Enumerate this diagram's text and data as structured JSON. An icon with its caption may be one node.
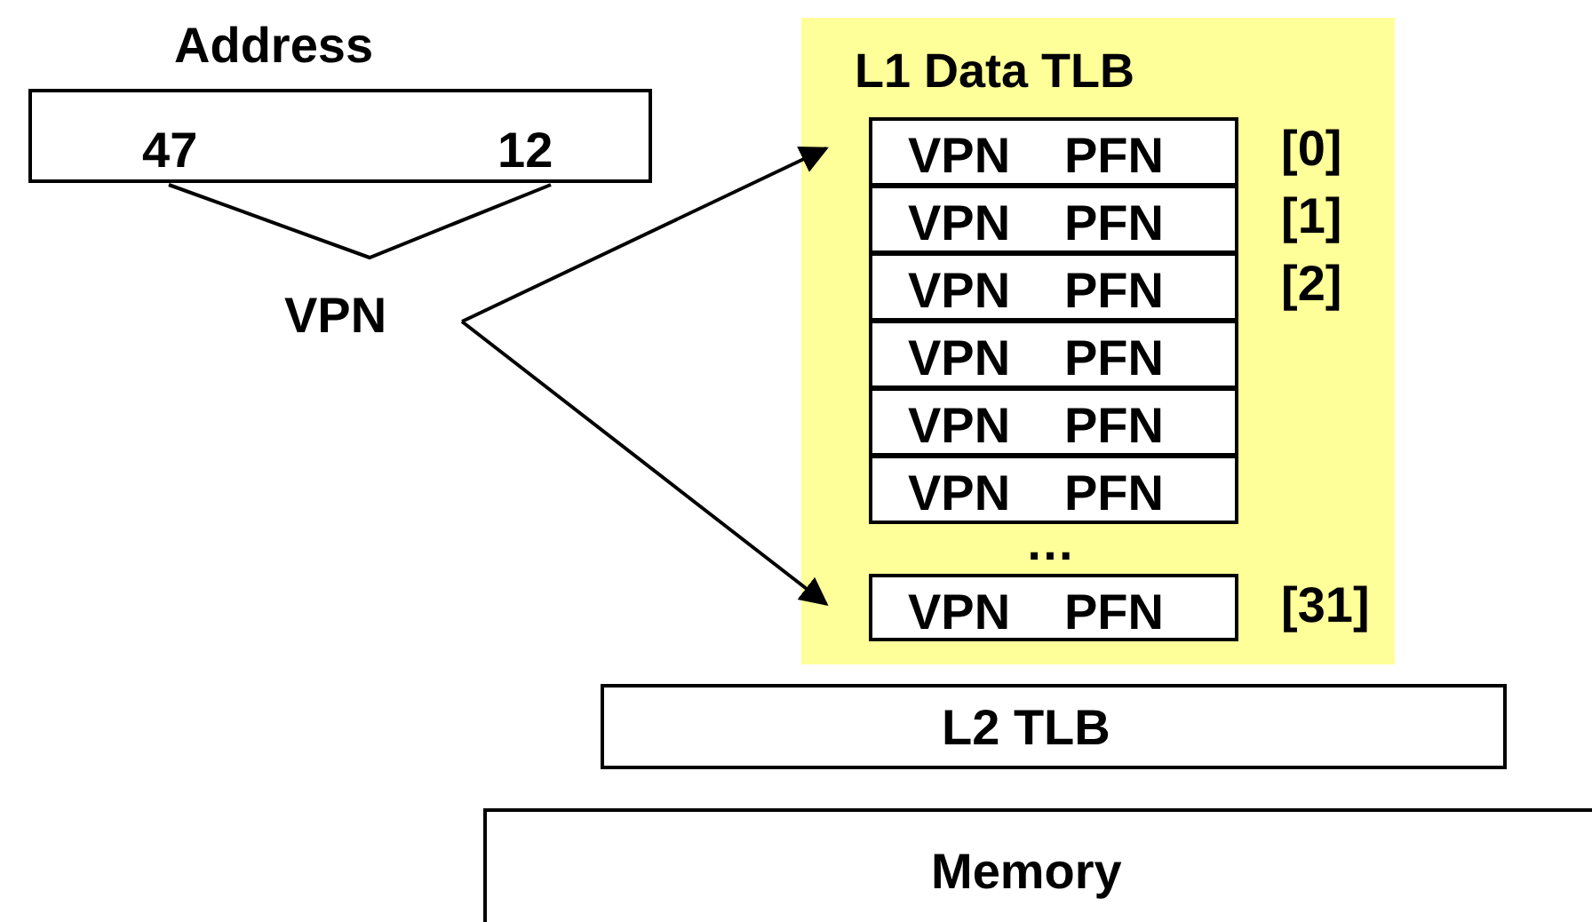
{
  "diagram": {
    "nodes": [
      {
        "text": [
          "Address",
          "47",
          "12"
        ]
      },
      {
        "text": [
          "VPN"
        ]
      },
      {
        "text": [
          "L1 Data TLB"
        ]
      },
      {
        "text": [
          "VPN",
          "PFN"
        ],
        "in": 2,
        "beside": [
          "[0]"
        ]
      },
      {
        "text": [
          "VPN",
          "PFN"
        ],
        "in": 2,
        "beside": [
          "[1]"
        ]
      },
      {
        "text": [
          "VPN",
          "PFN"
        ],
        "in": 2,
        "beside": [
          "[2]"
        ]
      },
      {
        "text": [
          "VPN",
          "PFN"
        ],
        "in": 2
      },
      {
        "text": [
          "VPN",
          "PFN"
        ],
        "in": 2
      },
      {
        "text": [
          "VPN",
          "PFN"
        ],
        "in": 2
      },
      {
        "text": [
          "VPN",
          "PFN"
        ],
        "in": 2,
        "beside": [
          "[31]"
        ]
      },
      {
        "text": [
          "L2 TLB"
        ]
      },
      {
        "text": [
          "Memory"
        ]
      }
    ],
    "edges": [
      {
        "from": 1,
        "to": 3,
        "arrow": "to"
      },
      {
        "from": 1,
        "to": 9,
        "arrow": "to"
      }
    ],
    "labels": [
      "…"
    ]
  }
}
